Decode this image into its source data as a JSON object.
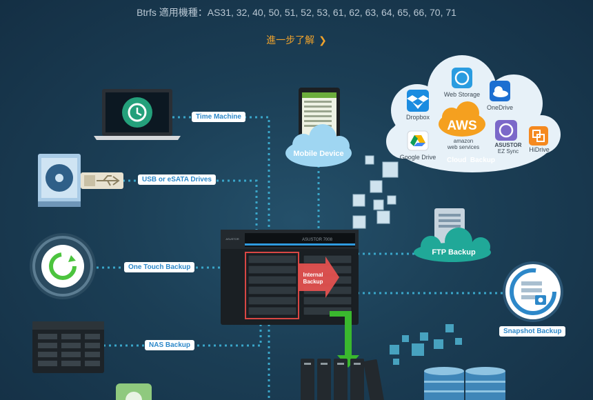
{
  "header": {
    "btrfs_models": "Btrfs 適用機種：AS31, 32, 40, 50, 51, 52, 53, 61, 62, 63, 64, 65, 66, 70, 71",
    "learn_more": "進一步了解",
    "learn_more_icon": "chevron-right-icon"
  },
  "labels": {
    "time_machine": "Time Machine",
    "usb_esata": "USB or eSATA Drives",
    "one_touch": "One Touch Backup",
    "nas_backup": "NAS Backup",
    "mobile_device": "Mobile Device",
    "ftp_backup": "FTP Backup",
    "snapshot_backup": "Snapshot Backup",
    "internal_backup_1": "Internal",
    "internal_backup_2": "Backup",
    "nas_brand": "ASUSTOR",
    "nas_model": "ASUSTOR 7008"
  },
  "cloud": {
    "title": "Cloud  Backup",
    "services": {
      "web_storage": "Web Storage",
      "dropbox": "Dropbox",
      "onedrive": "OneDrive",
      "aws_logo": "AWS",
      "aws_line1": "amazon",
      "aws_line2": "web services",
      "asustor_line1": "ASUSTOR",
      "asustor_line2": "EZ Sync",
      "google_drive": "Google Drive",
      "hidrive": "HiDrive"
    }
  },
  "colors": {
    "accent_orange": "#f0a32c",
    "label_blue": "#2d88c9",
    "dotted_line": "#3aa6c9",
    "green_arrow": "#3ab82e",
    "red_arrow": "#e85350",
    "ftp_teal": "#20a898"
  }
}
